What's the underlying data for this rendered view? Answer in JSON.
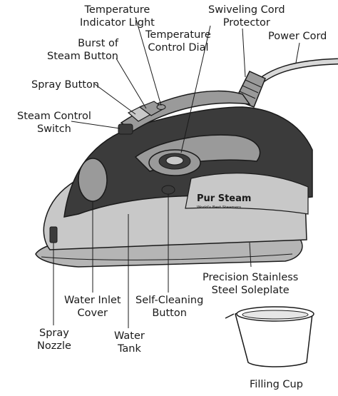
{
  "labels": {
    "temperature_indicator_light": [
      "Temperature",
      "Indicator Light"
    ],
    "swiveling_cord_protector": [
      "Swiveling Cord",
      "Protector"
    ],
    "burst_of_steam_button": [
      "Burst of",
      "Steam Button"
    ],
    "temperature_control_dial": [
      "Temperature",
      "Control Dial"
    ],
    "power_cord": [
      "Power Cord"
    ],
    "spray_button": [
      "Spray Button"
    ],
    "steam_control_switch": [
      "Steam Control",
      "Switch"
    ],
    "precision_soleplate": [
      "Precision Stainless",
      "Steel Soleplate"
    ],
    "water_inlet_cover": [
      "Water Inlet",
      "Cover"
    ],
    "self_cleaning_button": [
      "Self-Cleaning",
      "Button"
    ],
    "spray_nozzle": [
      "Spray",
      "Nozzle"
    ],
    "water_tank": [
      "Water",
      "Tank"
    ],
    "filling_cup": [
      "Filling Cup"
    ]
  },
  "brand": {
    "logo_text": "Pur Steam",
    "tagline": "World's Best Steamers"
  },
  "colors": {
    "outline": "#1a1a1a",
    "dark_housing": "#3b3b3b",
    "mid_gray": "#9a9a9a",
    "light_gray": "#c8c8c8",
    "soleplate": "#b5b5b5"
  }
}
